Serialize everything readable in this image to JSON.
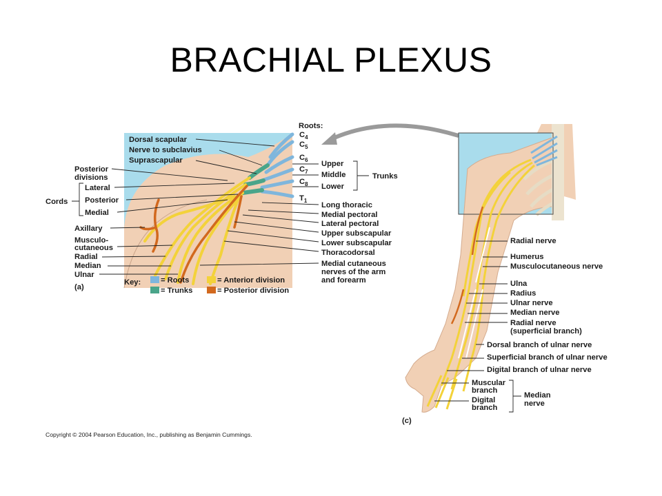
{
  "title": "BRACHIAL PLEXUS",
  "panel_a": {
    "tag": "(a)",
    "roots_header": "Roots:",
    "roots": [
      {
        "base": "C",
        "sub": "4"
      },
      {
        "base": "C",
        "sub": "5"
      },
      {
        "base": "C",
        "sub": "6"
      },
      {
        "base": "C",
        "sub": "7"
      },
      {
        "base": "C",
        "sub": "8"
      },
      {
        "base": "T",
        "sub": "1"
      }
    ],
    "trunks": [
      "Upper",
      "Middle",
      "Lower"
    ],
    "trunks_group": "Trunks",
    "left_labels": {
      "dorsal_scapular": "Dorsal scapular",
      "nerve_to_subclavius": "Nerve to subclavius",
      "suprascapular": "Suprascapular",
      "posterior_divisions_1": "Posterior",
      "posterior_divisions_2": "divisions",
      "lateral": "Lateral",
      "posterior": "Posterior",
      "medial": "Medial",
      "cords_group": "Cords",
      "axillary": "Axillary",
      "musculo_1": "Musculo-",
      "musculo_2": "cutaneous",
      "radial": "Radial",
      "median": "Median",
      "ulnar": "Ulnar"
    },
    "right_labels": [
      "Long thoracic",
      "Medial pectoral",
      "Lateral pectoral",
      "Upper subscapular",
      "Lower subscapular",
      "Thoracodorsal"
    ],
    "medial_cutaneous": [
      "Medial cutaneous",
      "nerves of the arm",
      "and forearm"
    ],
    "key": {
      "title": "Key:",
      "items": [
        {
          "label": "= Roots",
          "color": "#7fb6dc"
        },
        {
          "label": "= Anterior division",
          "color": "#f3d23a"
        },
        {
          "label": "= Trunks",
          "color": "#4aa58a"
        },
        {
          "label": "= Posterior division",
          "color": "#d2691e"
        }
      ]
    }
  },
  "panel_c": {
    "tag": "(c)",
    "labels": {
      "radial_nerve": "Radial nerve",
      "humerus": "Humerus",
      "musculocutaneous": "Musculocutaneous nerve",
      "ulna": "Ulna",
      "radius": "Radius",
      "ulnar_nerve": "Ulnar nerve",
      "median_nerve": "Median nerve",
      "radial_superficial_1": "Radial nerve",
      "radial_superficial_2": "(superficial branch)",
      "dorsal_branch_ulnar": "Dorsal branch of ulnar nerve",
      "superficial_branch_ulnar": "Superficial branch of ulnar nerve",
      "digital_branch_ulnar": "Digital branch of ulnar nerve",
      "muscular_1": "Muscular",
      "muscular_2": "branch",
      "digital_1": "Digital",
      "digital_2": "branch",
      "median_group_1": "Median",
      "median_group_2": "nerve"
    }
  },
  "copyright": "Copyright © 2004 Pearson Education, Inc., publishing as Benjamin Cummings.",
  "colors": {
    "roots": "#7fb6dc",
    "trunks": "#4aa58a",
    "anterior": "#f3d23a",
    "posterior": "#d2691e",
    "background_box": "#a9dcec",
    "skin": "#f1d0b5",
    "arrow": "#9a9a9a"
  }
}
